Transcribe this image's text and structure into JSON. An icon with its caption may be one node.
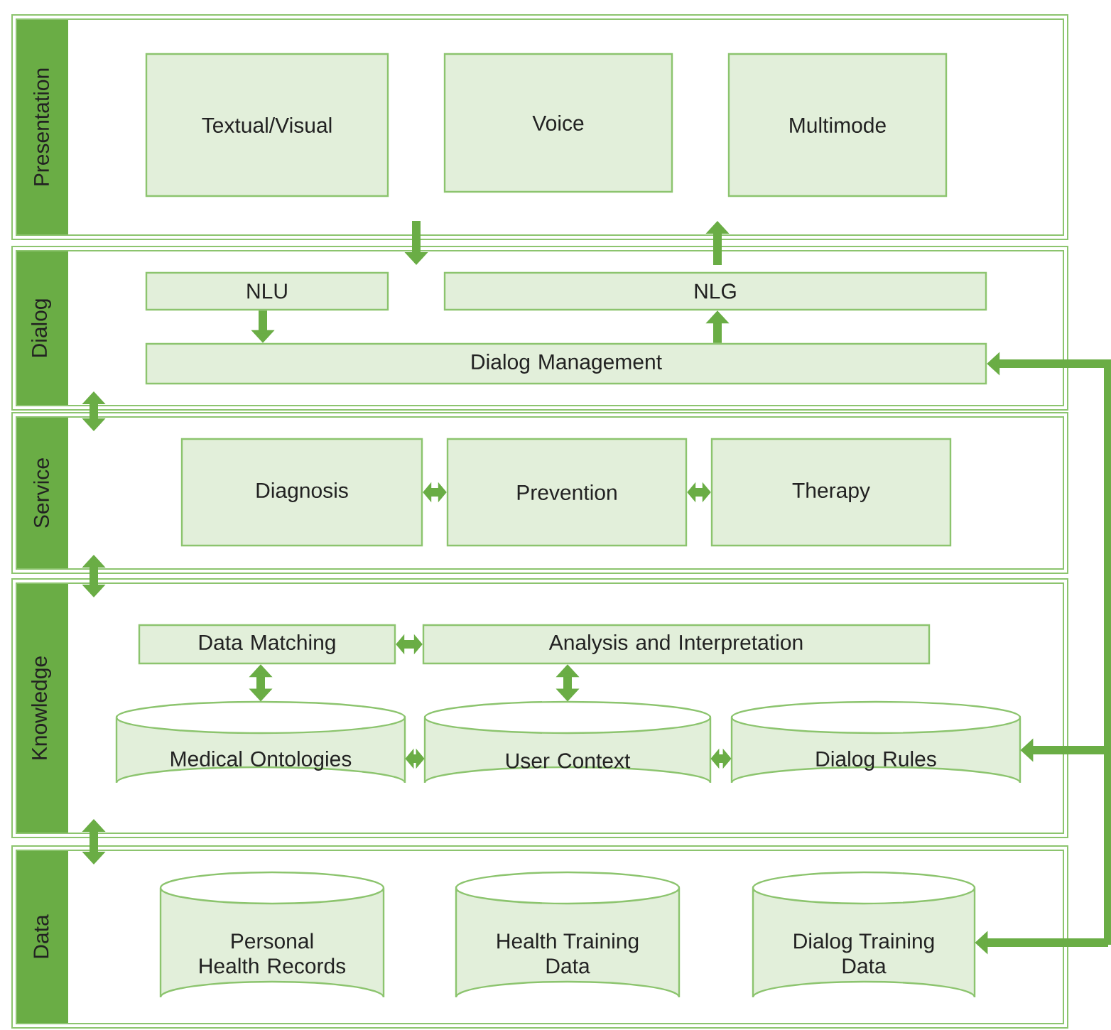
{
  "diagram": {
    "nodes": [
      {
        "text": [
          "Presentation"
        ]
      },
      {
        "text": [
          "Textual/Visual"
        ],
        "in": 0
      },
      {
        "text": [
          "Voice"
        ],
        "in": 0
      },
      {
        "text": [
          "Multimode"
        ],
        "in": 0
      },
      {
        "text": [
          "Dialog"
        ]
      },
      {
        "text": [
          "NLU"
        ],
        "in": 4
      },
      {
        "text": [
          "NLG"
        ],
        "in": 4
      },
      {
        "text": [
          "Dialog Management"
        ],
        "in": 4
      },
      {
        "text": [
          "Service"
        ]
      },
      {
        "text": [
          "Diagnosis"
        ],
        "in": 8
      },
      {
        "text": [
          "Prevention"
        ],
        "in": 8
      },
      {
        "text": [
          "Therapy"
        ],
        "in": 8
      },
      {
        "text": [
          "Knowledge"
        ]
      },
      {
        "text": [
          "Data Matching"
        ],
        "in": 12
      },
      {
        "text": [
          "Analysis and Interpretation"
        ],
        "in": 12
      },
      {
        "text": [
          "Medical Ontologies"
        ],
        "in": 12
      },
      {
        "text": [
          "User Context"
        ],
        "in": 12
      },
      {
        "text": [
          "Dialog Rules"
        ],
        "in": 12
      },
      {
        "text": [
          "Data"
        ]
      },
      {
        "text": [
          "Personal Health Records"
        ],
        "in": 18
      },
      {
        "text": [
          "Health Training Data"
        ],
        "in": 18
      },
      {
        "text": [
          "Dialog Training Data"
        ],
        "in": 18
      }
    ],
    "edges": [
      {
        "from": 0,
        "to": 4,
        "arrow": "to"
      },
      {
        "from": 4,
        "to": 0,
        "arrow": "to"
      },
      {
        "from": 5,
        "to": 7,
        "arrow": "to"
      },
      {
        "from": 7,
        "to": 6,
        "arrow": "to"
      },
      {
        "from": 4,
        "to": 8,
        "arrow": "both"
      },
      {
        "from": 8,
        "to": 12,
        "arrow": "both"
      },
      {
        "from": 12,
        "to": 18,
        "arrow": "both"
      },
      {
        "from": 9,
        "to": 10,
        "arrow": "both"
      },
      {
        "from": 10,
        "to": 11,
        "arrow": "both"
      },
      {
        "from": 13,
        "to": 14,
        "arrow": "both"
      },
      {
        "from": 13,
        "to": 15,
        "arrow": "both"
      },
      {
        "from": 14,
        "to": 16,
        "arrow": "both"
      },
      {
        "from": 15,
        "to": 16,
        "arrow": "both"
      },
      {
        "from": 16,
        "to": 17,
        "arrow": "both"
      },
      {
        "from": null,
        "to": 7,
        "arrow": "to"
      },
      {
        "from": null,
        "to": 17,
        "arrow": "to"
      },
      {
        "from": null,
        "to": 21,
        "arrow": "to"
      }
    ]
  }
}
